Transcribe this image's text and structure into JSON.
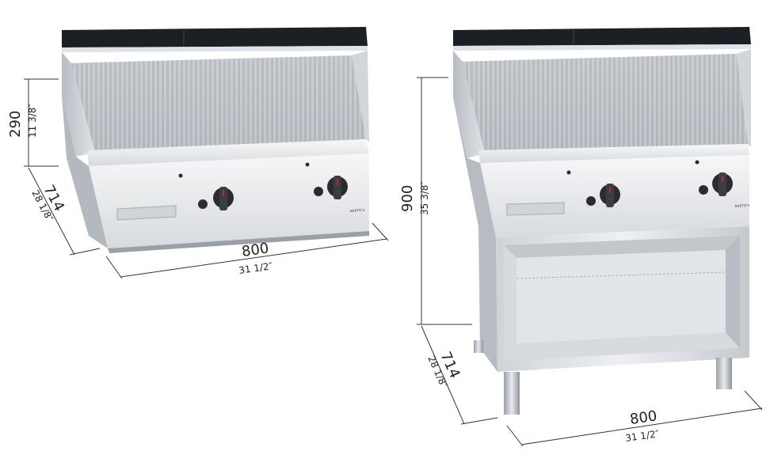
{
  "products": [
    {
      "name": "countertop-griddle",
      "dimensions": {
        "height": {
          "mm": "290",
          "inch": "11 3/8″"
        },
        "depth": {
          "mm": "714",
          "inch": "28 1/8″"
        },
        "width": {
          "mm": "800",
          "inch": "31 1/2″"
        }
      },
      "brand_text": "BERTO'S"
    },
    {
      "name": "griddle-on-open-cabinet",
      "dimensions": {
        "height": {
          "mm": "900",
          "inch": "35 3/8″"
        },
        "depth": {
          "mm": "714",
          "inch": "28 1/8″"
        },
        "width": {
          "mm": "800",
          "inch": "31 1/2″"
        }
      },
      "brand_text": "BERTO'S"
    }
  ],
  "colors": {
    "steel_light": "#e9ebee",
    "steel_mid": "#c9ccd1",
    "steel_dark": "#9aa0a7",
    "backsplash_black": "#1c1f23",
    "knob_black": "#2a2c30",
    "knob_red": "#c0282d"
  }
}
